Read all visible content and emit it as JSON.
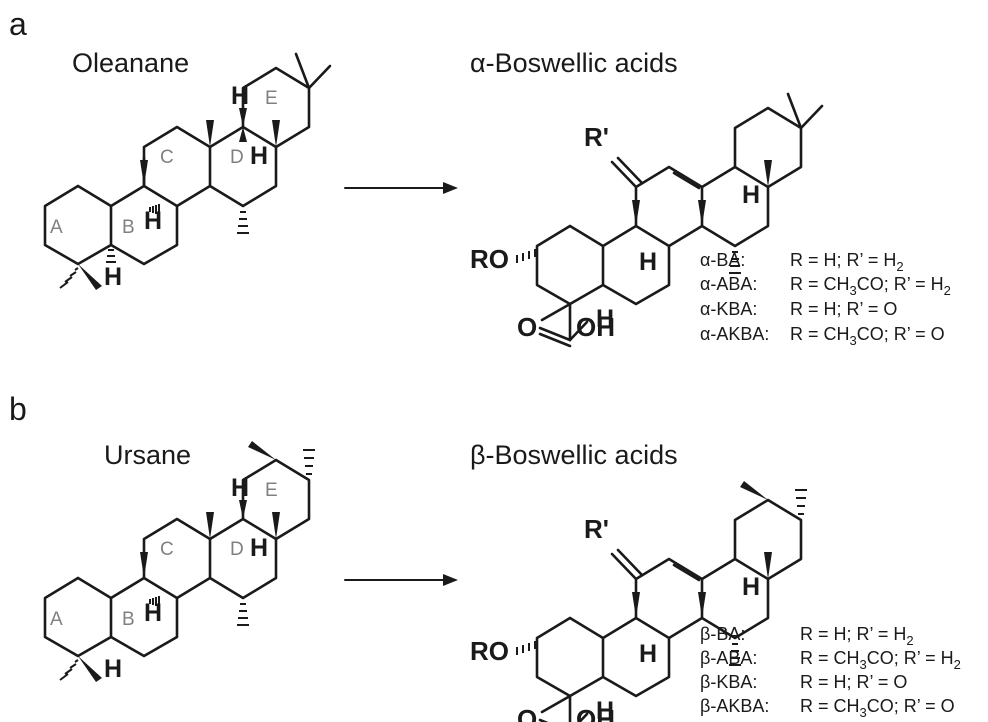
{
  "panels": [
    {
      "letter": "a",
      "parent_name": "Oleanane",
      "product_name": "α-Boswellic acids",
      "rings": [
        "A",
        "B",
        "C",
        "D",
        "E"
      ],
      "atoms": {
        "H": "H",
        "RO": "RO",
        "Rp": "R'",
        "O": "O",
        "OH": "OH"
      },
      "variants": [
        {
          "name": "α-BA:",
          "r": "R = H; R’ = H",
          "r_sub": "2"
        },
        {
          "name": "α-ABA:",
          "r": "R = CH",
          "r_sub": "3",
          "r_tail": "CO; R’ = H",
          "r_sub2": "2"
        },
        {
          "name": "α-KBA:",
          "r": "R = H; R’ = O"
        },
        {
          "name": "α-AKBA:",
          "r": "R = CH",
          "r_sub": "3",
          "r_tail": "CO; R’ = O"
        }
      ]
    },
    {
      "letter": "b",
      "parent_name": "Ursane",
      "product_name": "β-Boswellic acids",
      "rings": [
        "A",
        "B",
        "C",
        "D",
        "E"
      ],
      "atoms": {
        "H": "H",
        "RO": "RO",
        "Rp": "R'",
        "O": "O",
        "OH": "OH"
      },
      "variants": [
        {
          "name": "β-BA:",
          "r": "R = H; R’ = H",
          "r_sub": "2"
        },
        {
          "name": "β-ABA:",
          "r": "R = CH",
          "r_sub": "3",
          "r_tail": "CO; R’ = H",
          "r_sub2": "2"
        },
        {
          "name": "β-KBA:",
          "r": "R = H; R’ = O"
        },
        {
          "name": "β-AKBA:",
          "r": "R = CH",
          "r_sub": "3",
          "r_tail": "CO; R’ = O"
        }
      ]
    }
  ]
}
